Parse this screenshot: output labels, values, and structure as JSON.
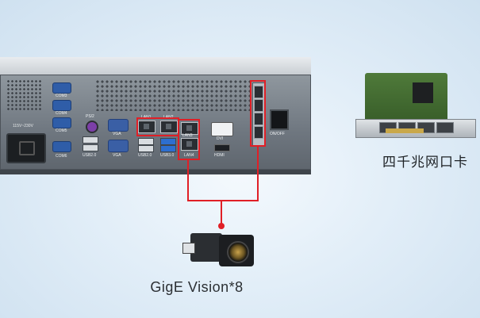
{
  "pc_panel": {
    "voltage_label": "115V~230V",
    "com_ports": [
      "COM3",
      "COM4",
      "COM5",
      "COM6"
    ],
    "ps2_label": "PS/2",
    "vga_labels": [
      "VGA",
      "VGA"
    ],
    "lan_labels": [
      "LAN1",
      "LAN2",
      "LAN3",
      "LAN4"
    ],
    "usb_labels": [
      "USB2.0",
      "USB2.0",
      "USB3.0"
    ],
    "dvi_label": "DVI",
    "hdmi_label": "HDMI",
    "power_switch_label": "ON/OFF"
  },
  "camera": {
    "label": "GigE Vision*8"
  },
  "nic_card": {
    "label": "四千兆网口卡"
  },
  "colors": {
    "highlight": "#e01f26",
    "background": "#e2eef8"
  }
}
